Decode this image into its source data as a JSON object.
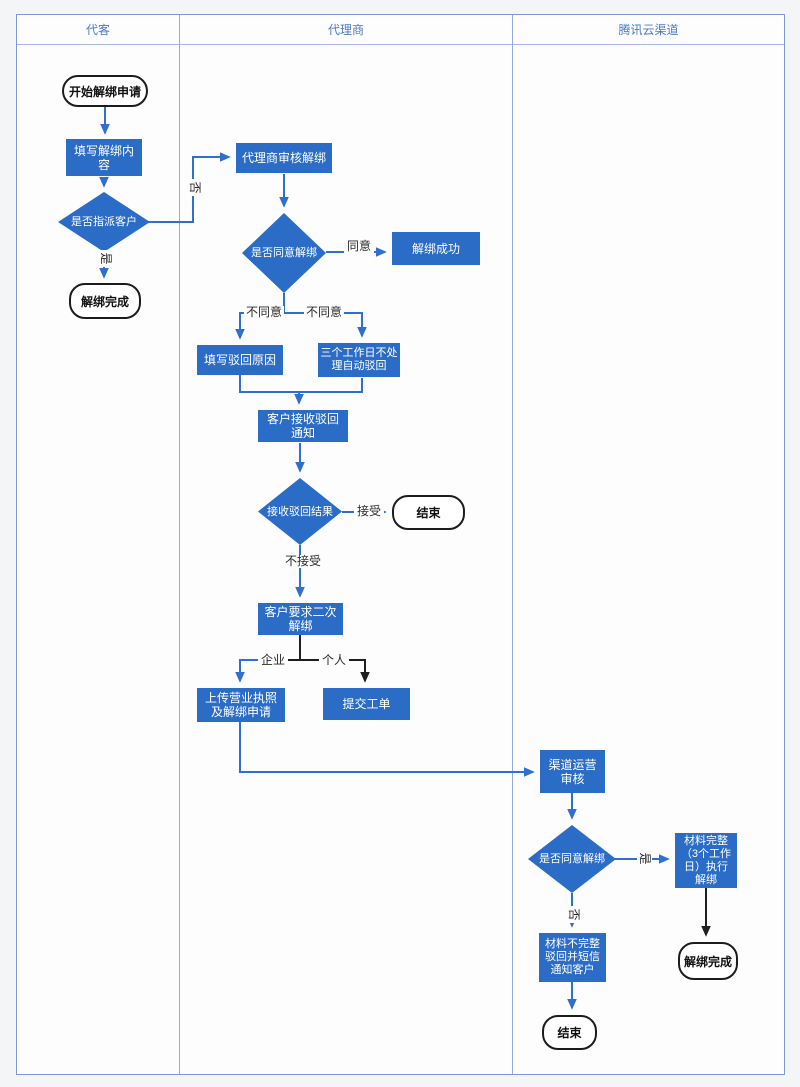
{
  "lanes": [
    {
      "title": "代客"
    },
    {
      "title": "代理商"
    },
    {
      "title": "腾讯云渠道"
    }
  ],
  "nodes": {
    "start": "开始解绑申请",
    "fill_content": "填写解绑内\n容",
    "assign_decision": "是否指派客户",
    "unbind_done1": "解绑完成",
    "agent_review": "代理商审核解绑",
    "agree_decision1": "是否同意解绑",
    "unbind_success": "解绑成功",
    "fill_reject_reason": "填写驳回原因",
    "auto_reject": "三个工作日不处\n理自动驳回",
    "receive_reject_notice": "客户接收驳回\n通知",
    "receive_result_decision": "接收驳回结果",
    "end1": "结束",
    "second_unbind": "客户要求二次\n解绑",
    "upload_license": "上传营业执照\n及解绑申请",
    "submit_ticket": "提交工单",
    "channel_review": "渠道运营\n审核",
    "agree_decision2": "是否同意解绑",
    "material_complete": "材料完整\n（3个工作\n日）执行\n解绑",
    "material_incomplete": "材料不完整\n驳回并短信\n通知客户",
    "end2": "结束",
    "unbind_done2": "解绑完成"
  },
  "edge_labels": {
    "no1": "否",
    "yes1": "是",
    "agree": "同意",
    "disagree_left": "不同意",
    "disagree_right": "不同意",
    "accept": "接受",
    "not_accept": "不接受",
    "company": "企业",
    "personal": "个人",
    "yes2": "是",
    "no2": "否"
  },
  "colors": {
    "shape_blue": "#2b6cc7",
    "line_blue": "#2e6fd0",
    "line_black": "#1f1f1f",
    "lane_border": "#93aadb",
    "header_text": "#4a7ac8"
  }
}
